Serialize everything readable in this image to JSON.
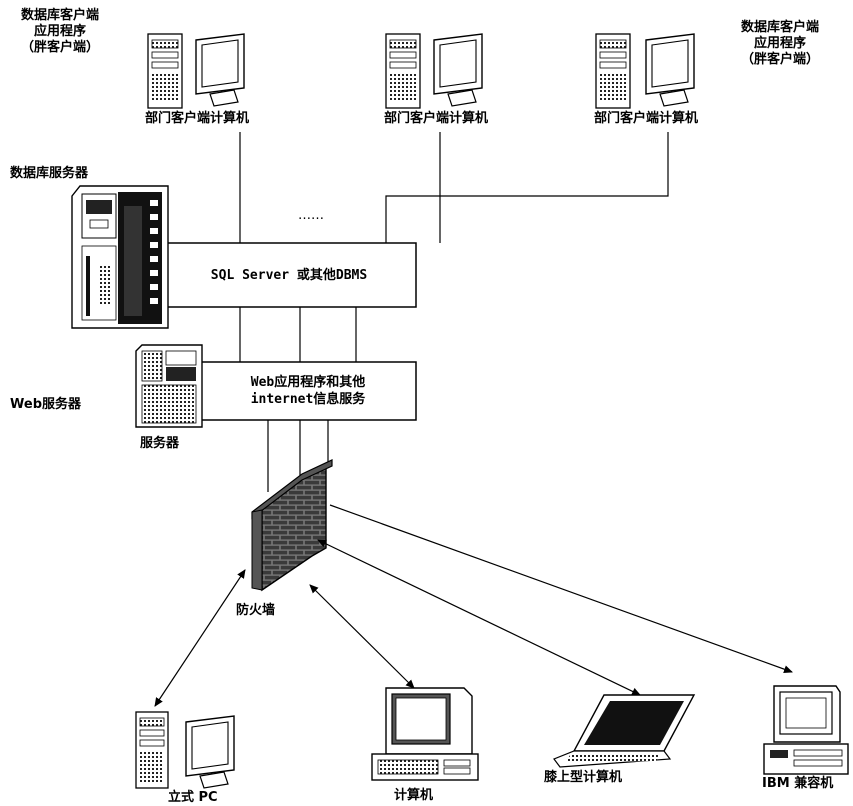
{
  "labels": {
    "thick_client_left": "数据库客户端\n应用程序\n（胖客户端）",
    "thick_client_right": "数据库客户端\n应用程序\n（胖客户端）",
    "dept_computer_1": "部门客户端计算机",
    "dept_computer_2": "部门客户端计算机",
    "dept_computer_3": "部门客户端计算机",
    "db_server": "数据库服务器",
    "ellipsis": "……",
    "sql_box": "SQL Server 或其他DBMS",
    "web_box": "Web应用程序和其他\ninternet信息服务",
    "web_server": "Web服务器",
    "server": "服务器",
    "firewall": "防火墙",
    "desktop_pc": "立式 PC",
    "computer": "计算机",
    "laptop": "膝上型计算机",
    "ibm_compatible": "IBM 兼容机"
  },
  "icons": {
    "tower_pc": "tower-computer-icon",
    "monitor": "monitor-icon",
    "server_rack": "db-server-rack-icon",
    "web_server": "web-server-icon",
    "firewall": "brick-firewall-icon",
    "laptop": "laptop-icon",
    "crt_desktop": "crt-desktop-icon"
  }
}
